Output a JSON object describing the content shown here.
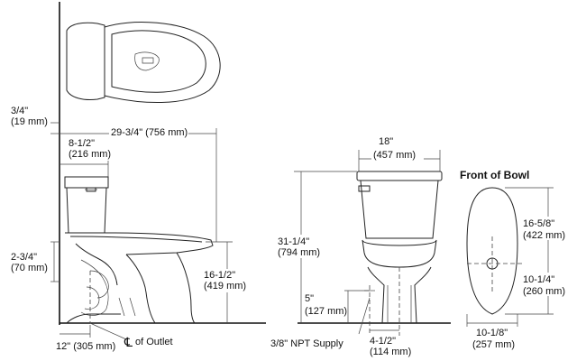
{
  "dimensions": {
    "floor_to_seat_top": "3/4\"",
    "floor_to_seat_top_mm": "(19 mm)",
    "overall_depth": "29-3/4\" (756 mm)",
    "tank_depth": "8-1/2\"",
    "tank_depth_mm": "(216 mm)",
    "tank_width": "18\"",
    "tank_width_mm": "(457 mm)",
    "supply_height_side": "2-3/4\"",
    "supply_height_side_mm": "(70 mm)",
    "overall_height": "31-1/4\"",
    "overall_height_mm": "(794 mm)",
    "rim_height": "16-1/2\"",
    "rim_height_mm": "(419 mm)",
    "supply_height": "5\"",
    "supply_height_mm": "(127 mm)",
    "rough_in": "12\" (305 mm)",
    "supply_offset": "4-1/2\"",
    "supply_offset_mm": "(114 mm)",
    "bowl_length": "16-5/8\"",
    "bowl_length_mm": "(422 mm)",
    "bowl_outlet_offset": "10-1/4\"",
    "bowl_outlet_offset_mm": "(260 mm)",
    "bowl_width": "10-1/8\"",
    "bowl_width_mm": "(257 mm)"
  },
  "labels": {
    "front_of_bowl": "Front of Bowl",
    "centerline_symbol": "℄",
    "of_outlet": "of Outlet",
    "npt_supply": "3/8\" NPT Supply"
  }
}
